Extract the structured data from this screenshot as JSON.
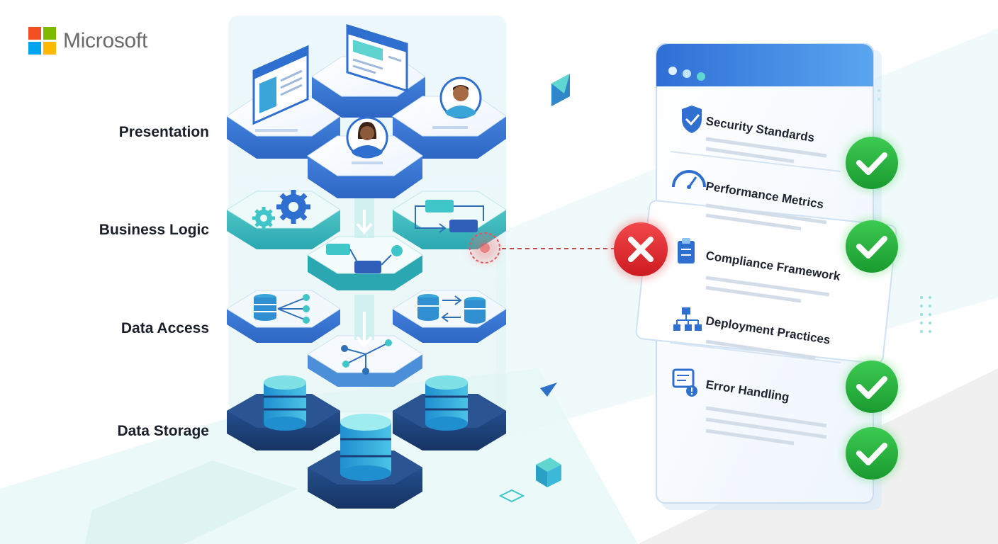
{
  "brand": {
    "name": "Microsoft",
    "logo_colors": [
      "#F25022",
      "#7FBA00",
      "#00A4EF",
      "#FFB900"
    ]
  },
  "layers": [
    {
      "label": "Presentation"
    },
    {
      "label": "Business Logic"
    },
    {
      "label": "Data Access"
    },
    {
      "label": "Data Storage"
    }
  ],
  "checklist": [
    {
      "label": "Security Standards",
      "icon": "shield-icon",
      "status": "pass"
    },
    {
      "label": "Performance Metrics",
      "icon": "gauge-icon",
      "status": "pass"
    },
    {
      "label": "Compliance Framework",
      "icon": "clipboard-icon",
      "status": "fail"
    },
    {
      "label": "Deployment Practices",
      "icon": "hierarchy-icon",
      "status": "pass"
    },
    {
      "label": "Error Handling",
      "icon": "alert-document-icon",
      "status": "pass"
    }
  ],
  "colors": {
    "pass": "#22A83A",
    "fail": "#E5252A",
    "accent_blue": "#2E74D6",
    "teal": "#3FC6C8",
    "navy": "#1E3F73"
  }
}
